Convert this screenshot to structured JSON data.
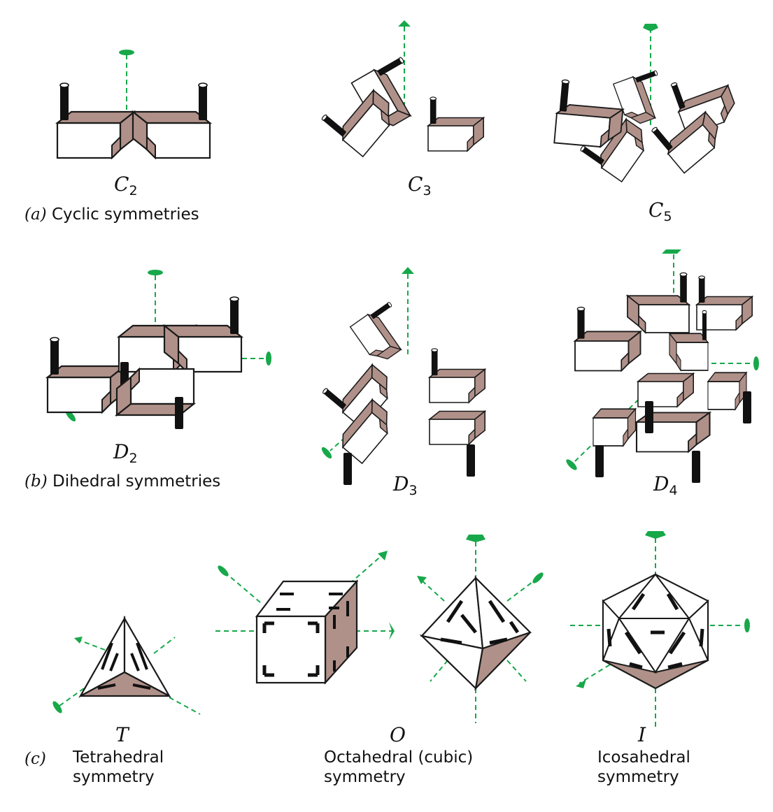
{
  "colors": {
    "face_shaded": "#b09189",
    "face_light": "#ffffff",
    "outline": "#1a1a1a",
    "peg": "#111111",
    "axis": "#17a84a"
  },
  "icons": [
    "ellipse-2fold-axis-icon",
    "triangle-3fold-axis-icon",
    "pentagon-5fold-axis-icon",
    "square-4fold-axis-icon"
  ],
  "cyclic": {
    "section_part": "(a)",
    "section_title": "Cyclic symmetries",
    "groups": [
      {
        "letter": "C",
        "sub": "2"
      },
      {
        "letter": "C",
        "sub": "3"
      },
      {
        "letter": "C",
        "sub": "5"
      }
    ]
  },
  "dihedral": {
    "section_part": "(b)",
    "section_title": "Dihedral symmetries",
    "groups": [
      {
        "letter": "D",
        "sub": "2"
      },
      {
        "letter": "D",
        "sub": "3"
      },
      {
        "letter": "D",
        "sub": "4"
      }
    ]
  },
  "polyhedral": {
    "section_part": "(c)",
    "groups": [
      {
        "letter": "T",
        "line1": "Tetrahedral",
        "line2": "symmetry"
      },
      {
        "letter": "O",
        "line1": "Octahedral (cubic)",
        "line2": "symmetry"
      },
      {
        "letter": "I",
        "line1": "Icosahedral",
        "line2": "symmetry"
      }
    ]
  }
}
